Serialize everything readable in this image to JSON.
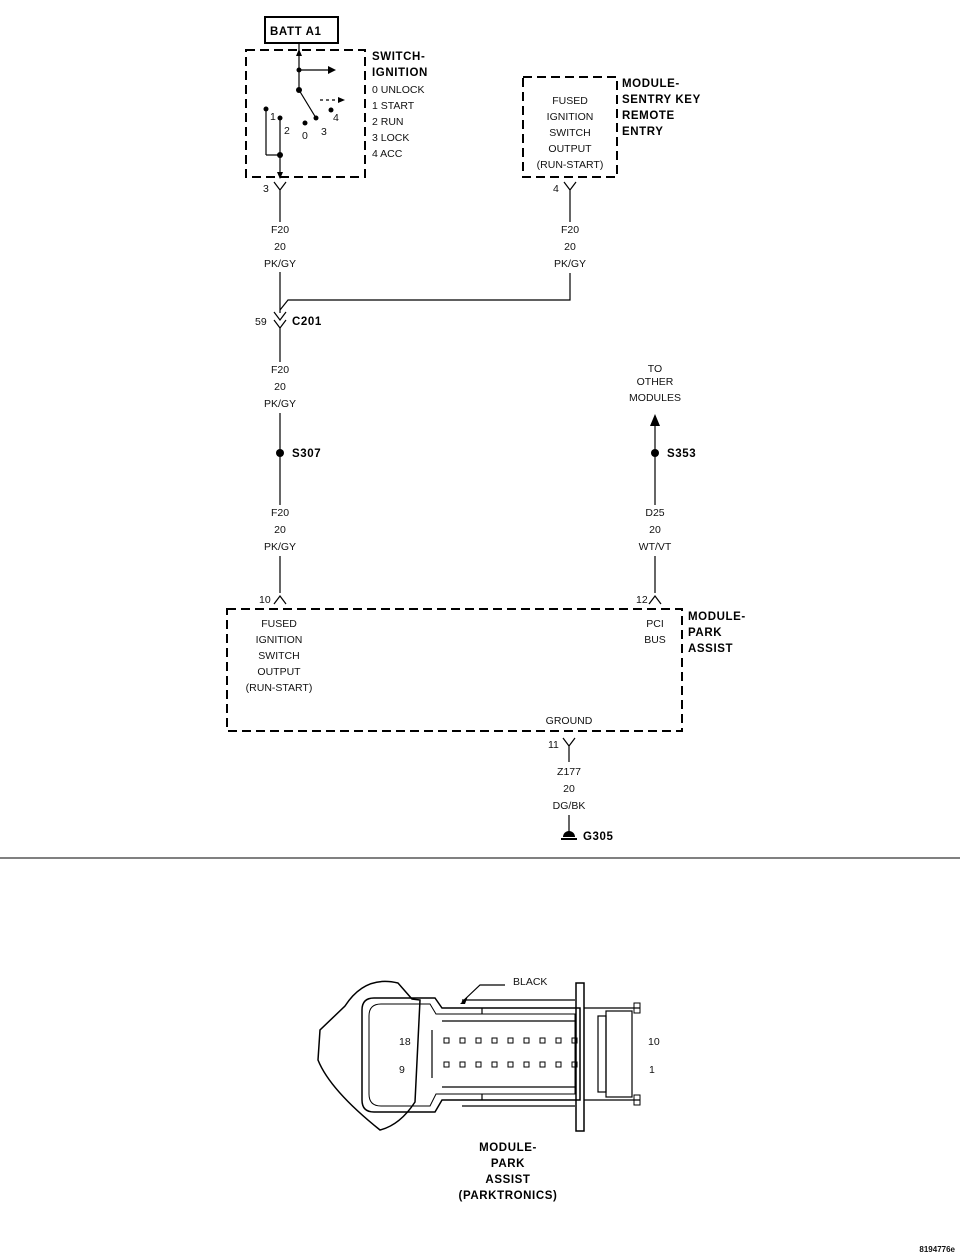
{
  "batt": "BATT A1",
  "switch": {
    "title": [
      "SWITCH-",
      "IGNITION"
    ],
    "positions": [
      "0 UNLOCK",
      "1 START",
      "2 RUN",
      "3 LOCK",
      "4 ACC"
    ],
    "contact_numbers": [
      "1",
      "2",
      "0",
      "3",
      "4"
    ],
    "pin": "3"
  },
  "sentry": {
    "title": [
      "MODULE-",
      "SENTRY KEY",
      "REMOTE",
      "ENTRY"
    ],
    "function": [
      "FUSED",
      "IGNITION",
      "SWITCH",
      "OUTPUT",
      "(RUN-START)"
    ],
    "pin": "4"
  },
  "wires": {
    "switch_to_c201": [
      "F20",
      "20",
      "PK/GY"
    ],
    "sentry_to_c201": [
      "F20",
      "20",
      "PK/GY"
    ],
    "c201_to_s307": [
      "F20",
      "20",
      "PK/GY"
    ],
    "s307_to_park": [
      "F20",
      "20",
      "PK/GY"
    ],
    "s353_to_park": [
      "D25",
      "20",
      "WT/VT"
    ],
    "park_to_ground": [
      "Z177",
      "20",
      "DG/BK"
    ]
  },
  "c201": {
    "label": "C201",
    "pin": "59"
  },
  "s307": "S307",
  "s353": "S353",
  "other_modules": [
    "TO",
    "OTHER",
    "MODULES"
  ],
  "park": {
    "title": [
      "MODULE-",
      "PARK",
      "ASSIST"
    ],
    "left_function": [
      "FUSED",
      "IGNITION",
      "SWITCH",
      "OUTPUT",
      "(RUN-START)"
    ],
    "right_function": [
      "PCI",
      "BUS"
    ],
    "ground_label": "GROUND",
    "pin_fused": "10",
    "pin_pci": "12",
    "pin_ground": "11"
  },
  "ground": "G305",
  "connector": {
    "color_label": "BLACK",
    "left_top": "18",
    "left_bottom": "9",
    "right_top": "10",
    "right_bottom": "1",
    "caption": [
      "MODULE-",
      "PARK",
      "ASSIST",
      "(PARKTRONICS)"
    ]
  },
  "figure_id": "8194776e"
}
